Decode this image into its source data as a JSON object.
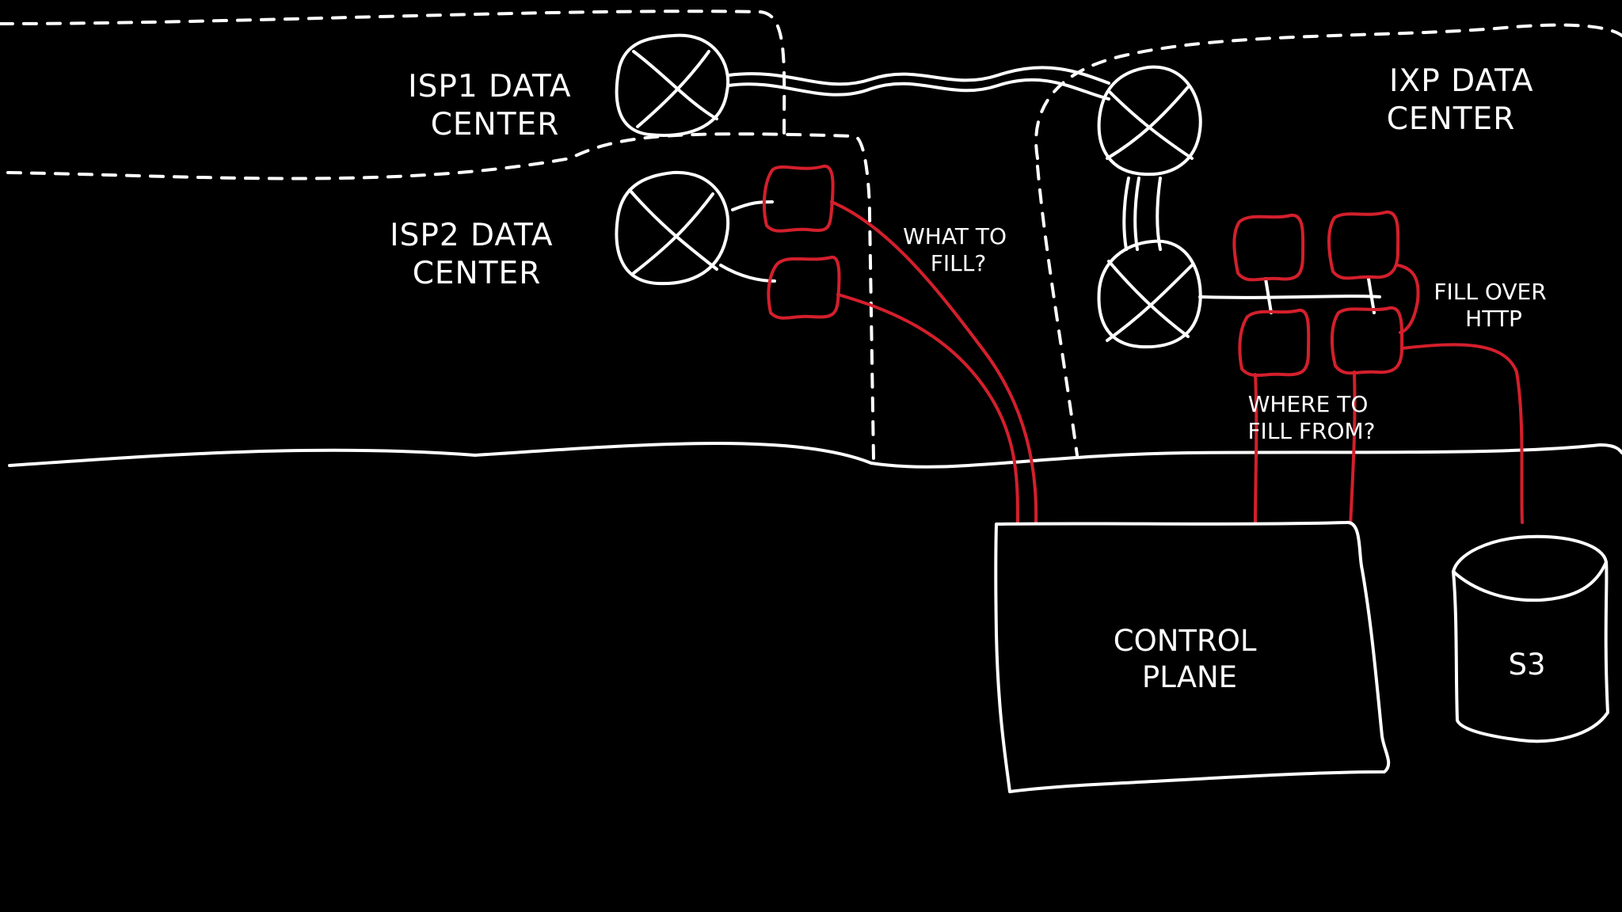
{
  "diagram": {
    "labels": {
      "isp1": [
        "ISP1 DATA",
        "CENTER"
      ],
      "isp2": [
        "ISP2 DATA",
        "CENTER"
      ],
      "ixp": [
        "IXP DATA",
        "CENTER"
      ],
      "what_to_fill": [
        "WHAT TO",
        "FILL?"
      ],
      "fill_over_http": [
        "FILL OVER",
        "HTTP"
      ],
      "where_to_fill_from": [
        "WHERE TO",
        "FILL FROM?"
      ],
      "control_plane": [
        "CONTROL",
        "PLANE"
      ],
      "s3": "S3"
    },
    "colors": {
      "background": "#000000",
      "line": "#ffffff",
      "accent": "#d41f2c"
    }
  }
}
